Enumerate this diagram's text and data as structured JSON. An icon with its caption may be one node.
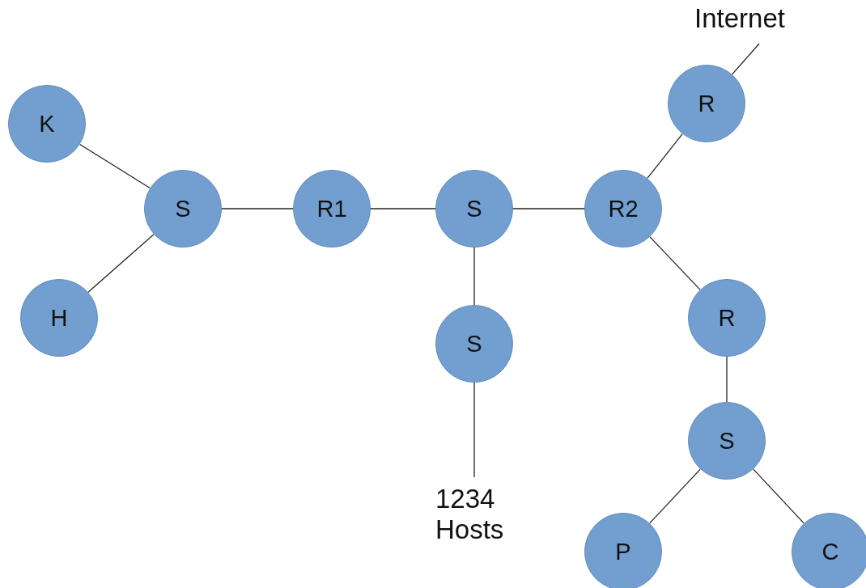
{
  "diagram": {
    "nodes": [
      {
        "text": [
          "K"
        ]
      },
      {
        "text": [
          "S"
        ]
      },
      {
        "text": [
          "H"
        ]
      },
      {
        "text": [
          "R1"
        ]
      },
      {
        "text": [
          "S"
        ]
      },
      {
        "text": [
          "S"
        ]
      },
      {
        "text": [
          "1234 Hosts"
        ]
      },
      {
        "text": [
          "R2"
        ]
      },
      {
        "text": [
          "R"
        ]
      },
      {
        "text": [
          "Internet"
        ]
      },
      {
        "text": [
          "R"
        ]
      },
      {
        "text": [
          "S"
        ]
      },
      {
        "text": [
          "P"
        ]
      },
      {
        "text": [
          "C"
        ]
      }
    ],
    "edges": [
      {
        "from": 0,
        "to": 1,
        "arrow": "none"
      },
      {
        "from": 2,
        "to": 1,
        "arrow": "none"
      },
      {
        "from": 1,
        "to": 3,
        "arrow": "none"
      },
      {
        "from": 3,
        "to": 4,
        "arrow": "none"
      },
      {
        "from": 4,
        "to": 5,
        "arrow": "none"
      },
      {
        "from": 5,
        "to": 6,
        "arrow": "none"
      },
      {
        "from": 4,
        "to": 7,
        "arrow": "none"
      },
      {
        "from": 7,
        "to": 8,
        "arrow": "none"
      },
      {
        "from": 8,
        "to": 9,
        "arrow": "none"
      },
      {
        "from": 7,
        "to": 10,
        "arrow": "none"
      },
      {
        "from": 10,
        "to": 11,
        "arrow": "none"
      },
      {
        "from": 11,
        "to": 12,
        "arrow": "none"
      },
      {
        "from": 11,
        "to": 13,
        "arrow": "none"
      }
    ]
  }
}
